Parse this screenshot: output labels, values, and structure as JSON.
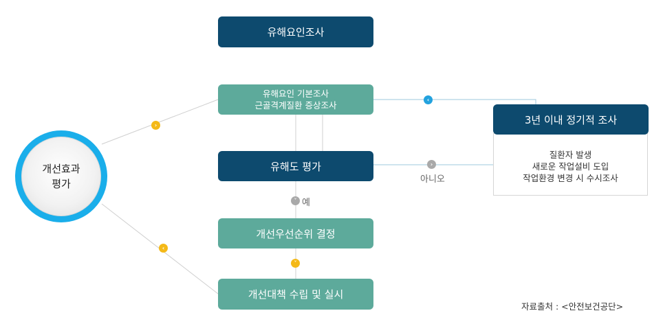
{
  "nodes": {
    "survey": "유해요인조사",
    "basic_survey": {
      "line1": "유해요인 기본조사",
      "line2": "근골격계질환 증상조사"
    },
    "assessment": "유해도 평가",
    "priority": "개선우선순위 결정",
    "plan": "개선대책 수립 및 실시",
    "periodic": "3년 이내 정기적 조사",
    "effect": {
      "line1": "개선효과",
      "line2": "평가"
    }
  },
  "occasional_conditions": [
    "질환자 발생",
    "새로운 작업설비 도입",
    "작업환경 변경 시 수시조사"
  ],
  "edge_labels": {
    "yes": "예",
    "no": "아니오"
  },
  "source": "자료출처 : <안전보건공단>",
  "colors": {
    "dark_box": "#0d4a6e",
    "teal_box": "#5daa9b",
    "arrow_yellow": "#f4b918",
    "arrow_gray": "#a9a9a9",
    "arrow_blue": "#23a2de",
    "circle_ring": "#1aaeea"
  },
  "icons": {
    "arrow": "chevron-icon"
  }
}
